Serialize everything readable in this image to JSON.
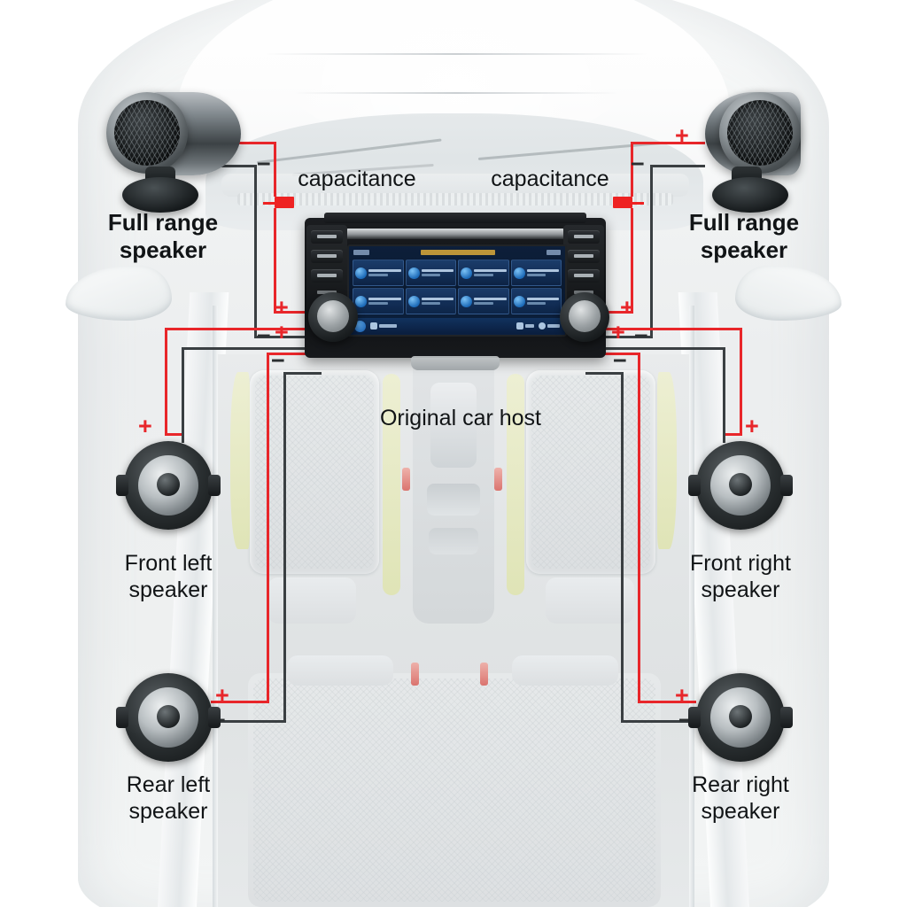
{
  "diagram": {
    "title_visible": false,
    "colors": {
      "positive_wire": "#e8262a",
      "negative_wire": "#3a3f42",
      "capacitor": "#ee2222",
      "label_text": "#111416",
      "background": "#ffffff"
    },
    "polarity": {
      "plus": "+",
      "minus": "−"
    }
  },
  "labels": {
    "full_range_left": "Full range\nspeaker",
    "full_range_right": "Full range\nspeaker",
    "capacitance_left": "capacitance",
    "capacitance_right": "capacitance",
    "original_car_host": "Original car host",
    "front_left": "Front left\nspeaker",
    "front_right": "Front right\nspeaker",
    "rear_left": "Rear left\nspeaker",
    "rear_right": "Rear right\nspeaker"
  },
  "components": [
    {
      "id": "tweeter-left",
      "name": "Full range speaker (left tweeter)",
      "type": "tweeter",
      "terminals": [
        "+",
        "−"
      ]
    },
    {
      "id": "tweeter-right",
      "name": "Full range speaker (right tweeter)",
      "type": "tweeter",
      "terminals": [
        "+",
        "−"
      ]
    },
    {
      "id": "capacitor-left",
      "name": "capacitance",
      "type": "capacitor",
      "inline_on": "positive"
    },
    {
      "id": "capacitor-right",
      "name": "capacitance",
      "type": "capacitor",
      "inline_on": "positive"
    },
    {
      "id": "head-unit",
      "name": "Original car host",
      "type": "head-unit"
    },
    {
      "id": "speaker-front-left",
      "name": "Front left speaker",
      "type": "woofer",
      "terminals": [
        "+",
        "−"
      ]
    },
    {
      "id": "speaker-front-right",
      "name": "Front right speaker",
      "type": "woofer",
      "terminals": [
        "+",
        "−"
      ]
    },
    {
      "id": "speaker-rear-left",
      "name": "Rear left speaker",
      "type": "woofer",
      "terminals": [
        "+",
        "−"
      ]
    },
    {
      "id": "speaker-rear-right",
      "name": "Rear right speaker",
      "type": "woofer",
      "terminals": [
        "+",
        "−"
      ]
    }
  ],
  "head_unit": {
    "screen": {
      "tiles": [
        {
          "icon": "phone-icon"
        },
        {
          "icon": "radio-icon"
        },
        {
          "icon": "bluetooth-icon"
        },
        {
          "icon": "apps-icon"
        },
        {
          "icon": "navigation-icon"
        },
        {
          "icon": "headphones-icon"
        },
        {
          "icon": "media-icon"
        },
        {
          "icon": "settings-icon"
        }
      ],
      "bottom_bar": [
        {
          "icon": "back-icon"
        },
        {
          "icon": "brightness-icon"
        },
        {
          "icon": "eject-icon"
        },
        {
          "icon": "power-icon"
        }
      ]
    },
    "left_buttons": [
      "seek-button",
      "eject-button",
      "menu-button"
    ],
    "right_buttons": [
      "tune-button",
      "disc-button",
      "aux-button"
    ],
    "knobs": [
      "volume-knob",
      "tune-knob"
    ]
  },
  "vehicle": {
    "view": "top-down",
    "body_color": "#f1f3f4"
  }
}
